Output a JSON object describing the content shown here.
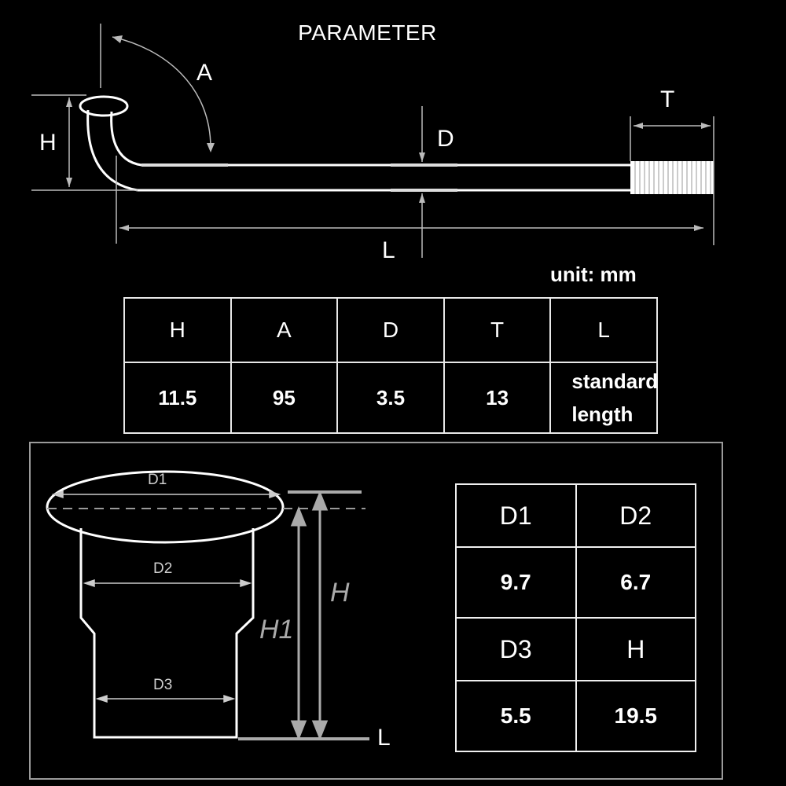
{
  "title": "PARAMETER",
  "unit_label": "unit: mm",
  "spoke_diagram": {
    "labels": {
      "A": "A",
      "H": "H",
      "D": "D",
      "T": "T",
      "L": "L"
    }
  },
  "spoke_table": {
    "headers": [
      "H",
      "A",
      "D",
      "T",
      "L"
    ],
    "values": [
      "11.5",
      "95",
      "3.5",
      "13"
    ],
    "length_value_line1": "standard",
    "length_value_line2": "length"
  },
  "nipple_diagram": {
    "labels": {
      "D1": "D1",
      "D2": "D2",
      "D3": "D3",
      "H": "H",
      "H1": "H1",
      "L": "L"
    }
  },
  "nipple_table": {
    "rows": [
      [
        "D1",
        "D2"
      ],
      [
        "9.7",
        "6.7"
      ],
      [
        "D3",
        "H"
      ],
      [
        "5.5",
        "19.5"
      ]
    ]
  },
  "colors": {
    "background": "#000000",
    "foreground": "#ffffff",
    "dim_line": "#bbbbbb"
  }
}
